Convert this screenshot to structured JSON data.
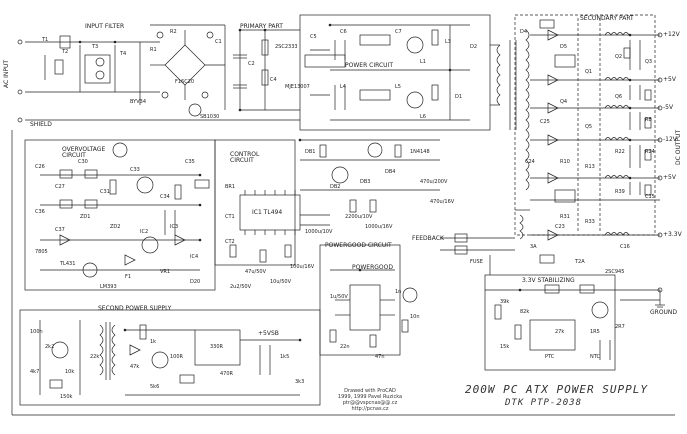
{
  "title_line1": "200W PC ATX POWER SUPPLY",
  "title_line2": "DTK PTP-2038",
  "credits": [
    "Drawed with ProCAD",
    "1999, 1999 Pavel Ruzicka",
    "ptr@@vspcnas@@.cz",
    "http://pcnas.cz"
  ],
  "sections": {
    "input_filter": "INPUT FILTER",
    "primary_part": "PRIMARY PART",
    "secondary_part": "SECONDARY PART",
    "overvoltage": "OVERVOLTAGE CIRCUIT",
    "control": "CONTROL CIRCUIT",
    "powergood_circuit": "POWERGOOD CIRCUIT",
    "powergood": "POWERGOOD",
    "second_supply": "SECOND POWER SUPPLY",
    "stabilizing": "3.3V STABILIZING",
    "power_circuit": "POWER CIRCUIT",
    "shield": "SHIELD",
    "ac_input": "AC INPUT",
    "dc_output": "DC OUTPUT",
    "ground": "GROUND",
    "feedback": "FEEDBACK",
    "ic1": "IC1 TL494"
  },
  "outputs": [
    "+12V",
    "+5V",
    "-5V",
    "-12V",
    "+5V",
    "+3.3V",
    "+5VSB"
  ],
  "parts": [
    "T1",
    "T2",
    "T3",
    "T4",
    "R1",
    "R2",
    "C1",
    "C2",
    "C4",
    "C5",
    "C6",
    "C7",
    "L1",
    "L3",
    "L4",
    "L5",
    "L6",
    "D1",
    "D2",
    "D4",
    "D5",
    "Q1",
    "Q2",
    "Q3",
    "Q4",
    "Q5",
    "Q6",
    "R8",
    "R10",
    "R13",
    "R22",
    "R24",
    "R31",
    "R33",
    "R39",
    "C15",
    "C16",
    "C23",
    "C24",
    "C25",
    "C26",
    "C27",
    "C30",
    "C31",
    "C33",
    "C34",
    "C35",
    "C36",
    "C37",
    "ZD1",
    "ZD2",
    "IC2",
    "IC3",
    "IC4",
    "7805",
    "TL431",
    "LM393",
    "F1",
    "VR1",
    "D20",
    "BR1",
    "CT1",
    "CT2",
    "DB1",
    "DB2",
    "DB3",
    "DB4",
    "1N4148",
    "470u/200V",
    "470u/16V",
    "1000u/10V",
    "2200u/10V",
    "1000u/16V",
    "100u/16V",
    "47u/50V",
    "10u/50V",
    "2u2/50V",
    "1u/50V",
    "1n",
    "10n",
    "22n",
    "47n",
    "100n",
    "2k2",
    "4k7",
    "10k",
    "22k",
    "47k",
    "1k",
    "100R",
    "330R",
    "470R",
    "1k5",
    "3k3",
    "5k6",
    "150k",
    "39k",
    "82k",
    "27k",
    "1R5",
    "2R7",
    "15k",
    "PTC",
    "NTC",
    "FUSE",
    "3A",
    "T2A",
    "2SC945",
    "2SC2333",
    "MJE13007",
    "SB1030",
    "F16C20",
    "BYV34"
  ]
}
